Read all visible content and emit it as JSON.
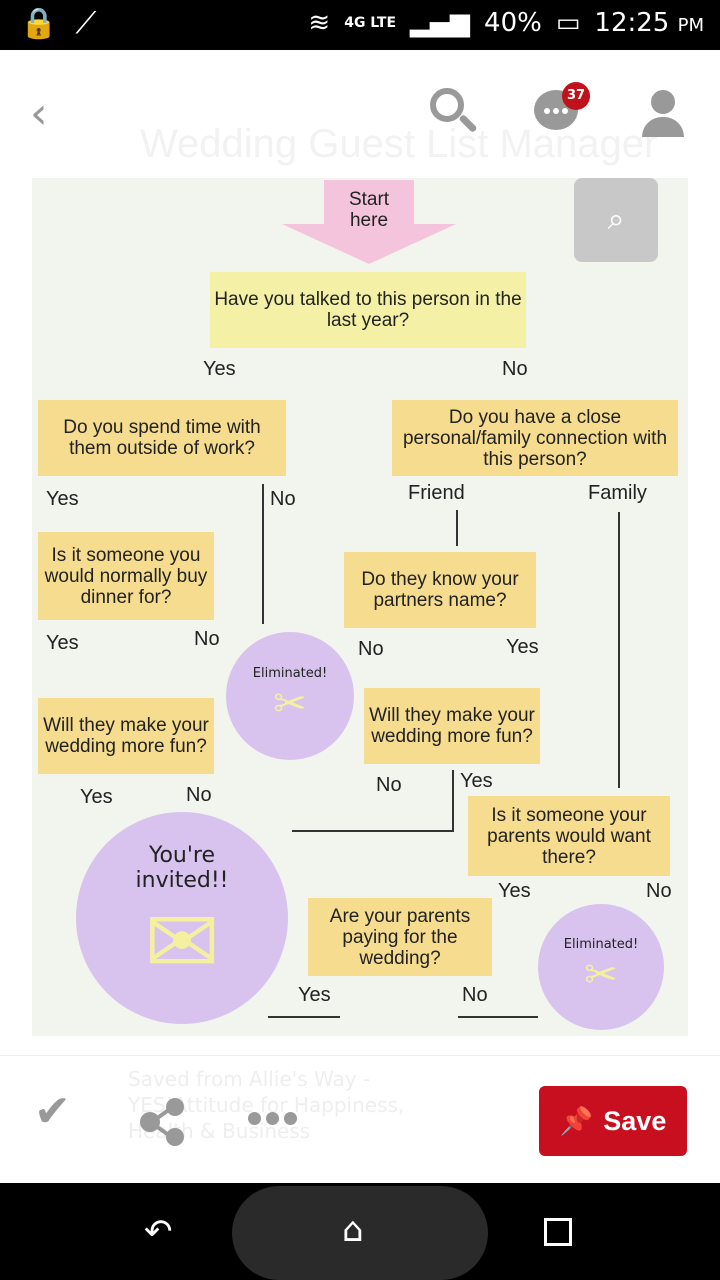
{
  "status_bar": {
    "network": "4G LTE",
    "battery": "40%",
    "time": "12:25",
    "ampm": "PM"
  },
  "header": {
    "title": "Wedding Guest List Manager",
    "notification_count": "37"
  },
  "flowchart": {
    "start": "Start here",
    "q1": "Have you talked to this person in the last year?",
    "q_spend": "Do you spend time with them outside of work?",
    "q_close": "Do you have a close personal/family connection with this person?",
    "q_dinner": "Is it someone you would normally buy dinner for?",
    "q_partner": "Do they know your partners name?",
    "q_fun_left": "Will they make your wedding more fun?",
    "q_fun_right": "Will they make your wedding more fun?",
    "q_parents_want": "Is it someone your parents would want there?",
    "q_paying": "Are your parents paying for the wedding?",
    "eliminated": "Eliminated!",
    "invited": "You're invited!!",
    "yes": "Yes",
    "no": "No",
    "friend": "Friend",
    "family": "Family"
  },
  "footer": {
    "saved_from": "Saved from Allie's Way - YES!Attitude for Happiness, Health & Business",
    "save_label": "Save"
  }
}
